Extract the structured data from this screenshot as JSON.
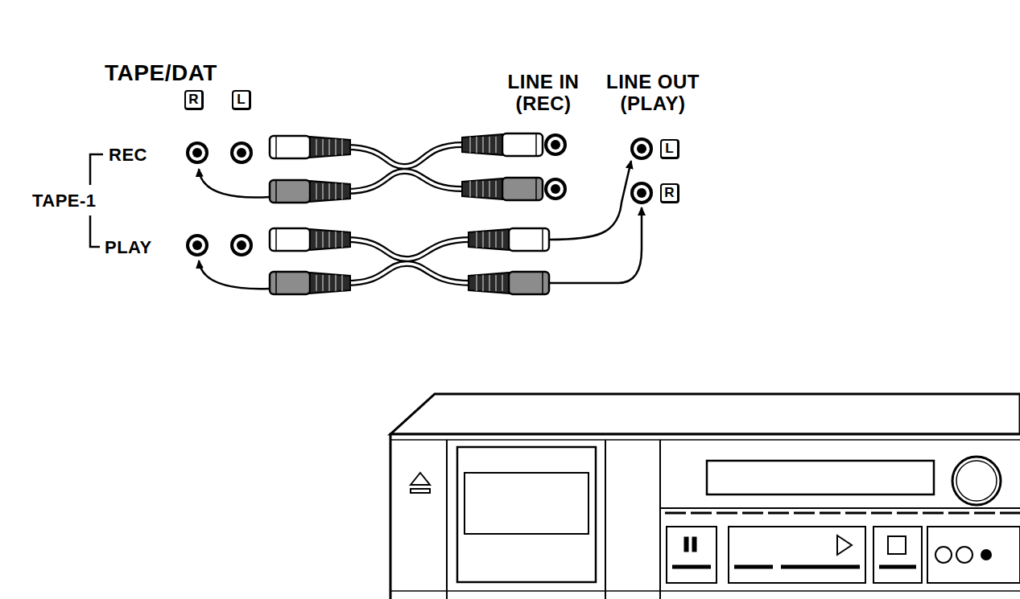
{
  "diagram": {
    "nodes": [
      {
        "text": [
          "TAPE/DAT"
        ]
      },
      {
        "text": [
          "R"
        ],
        "in": 0
      },
      {
        "text": [
          "L"
        ],
        "in": 0
      },
      {
        "text": [
          "LINE IN (REC)",
          "LINE OUT (PLAY)"
        ]
      },
      {
        "text": [
          "L"
        ],
        "in": 3
      },
      {
        "text": [
          "R"
        ],
        "in": 3
      }
    ],
    "labels": [
      "REC",
      "TAPE-1",
      "PLAY"
    ]
  }
}
